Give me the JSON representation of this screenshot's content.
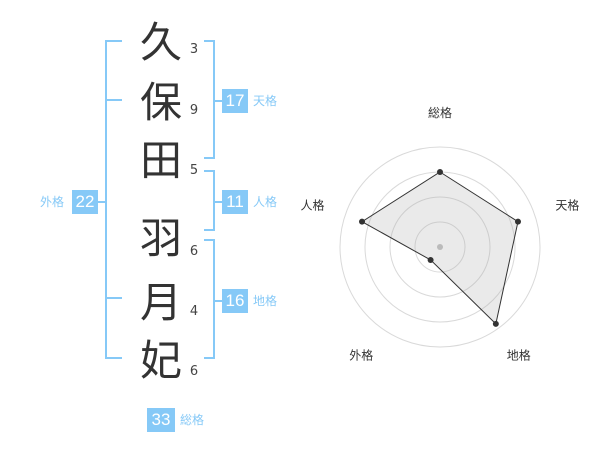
{
  "name": {
    "chars": [
      {
        "char": "久",
        "strokes": "3"
      },
      {
        "char": "保",
        "strokes": "9"
      },
      {
        "char": "田",
        "strokes": "5"
      },
      {
        "char": "羽",
        "strokes": "6"
      },
      {
        "char": "月",
        "strokes": "4"
      },
      {
        "char": "妃",
        "strokes": "6"
      }
    ]
  },
  "kakusu": {
    "tenkaku": {
      "value": "17",
      "label": "天格"
    },
    "jinkaku": {
      "value": "11",
      "label": "人格"
    },
    "chikaku": {
      "value": "16",
      "label": "地格"
    },
    "gaikaku": {
      "value": "22",
      "label": "外格"
    },
    "soukaku": {
      "value": "33",
      "label": "総格"
    }
  },
  "colors": {
    "accent": "#86c9f7",
    "text": "#333333"
  },
  "chart_data": {
    "type": "radar",
    "axes": [
      "総格",
      "天格",
      "地格",
      "外格",
      "人格"
    ],
    "values": [
      0.75,
      0.82,
      0.95,
      0.16,
      0.82
    ],
    "range": [
      0,
      1
    ],
    "rings": 4
  }
}
